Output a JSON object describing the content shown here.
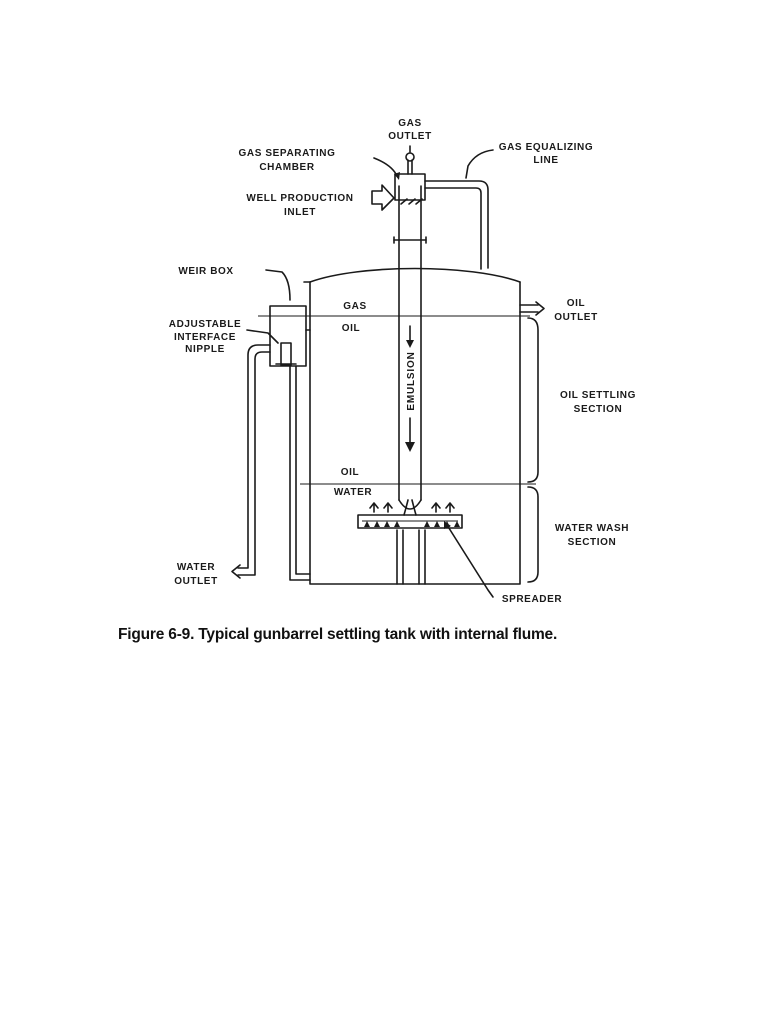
{
  "figure": {
    "caption": "Figure 6-9. Typical gunbarrel settling tank with internal flume."
  },
  "labels": {
    "gas_outlet": [
      "GAS",
      "OUTLET"
    ],
    "gas_separating_chamber": [
      "GAS SEPARATING",
      "CHAMBER"
    ],
    "gas_equalizing_line": [
      "GAS EQUALIZING",
      "LINE"
    ],
    "well_production_inlet": [
      "WELL PRODUCTION",
      "INLET"
    ],
    "weir_box": "WEIR BOX",
    "adjustable_interface_nipple": [
      "ADJUSTABLE",
      "INTERFACE",
      "NIPPLE"
    ],
    "gas": "GAS",
    "oil_top": "OIL",
    "oil_outlet": [
      "OIL",
      "OUTLET"
    ],
    "emulsion": "EMULSION",
    "oil_settling_section": [
      "OIL SETTLING",
      "SECTION"
    ],
    "oil_bottom": "OIL",
    "water": "WATER",
    "water_wash_section": [
      "WATER WASH",
      "SECTION"
    ],
    "water_outlet": [
      "WATER",
      "OUTLET"
    ],
    "spreader": "SPREADER"
  },
  "colors": {
    "ink": "#1a1a1a",
    "background": "#ffffff"
  }
}
